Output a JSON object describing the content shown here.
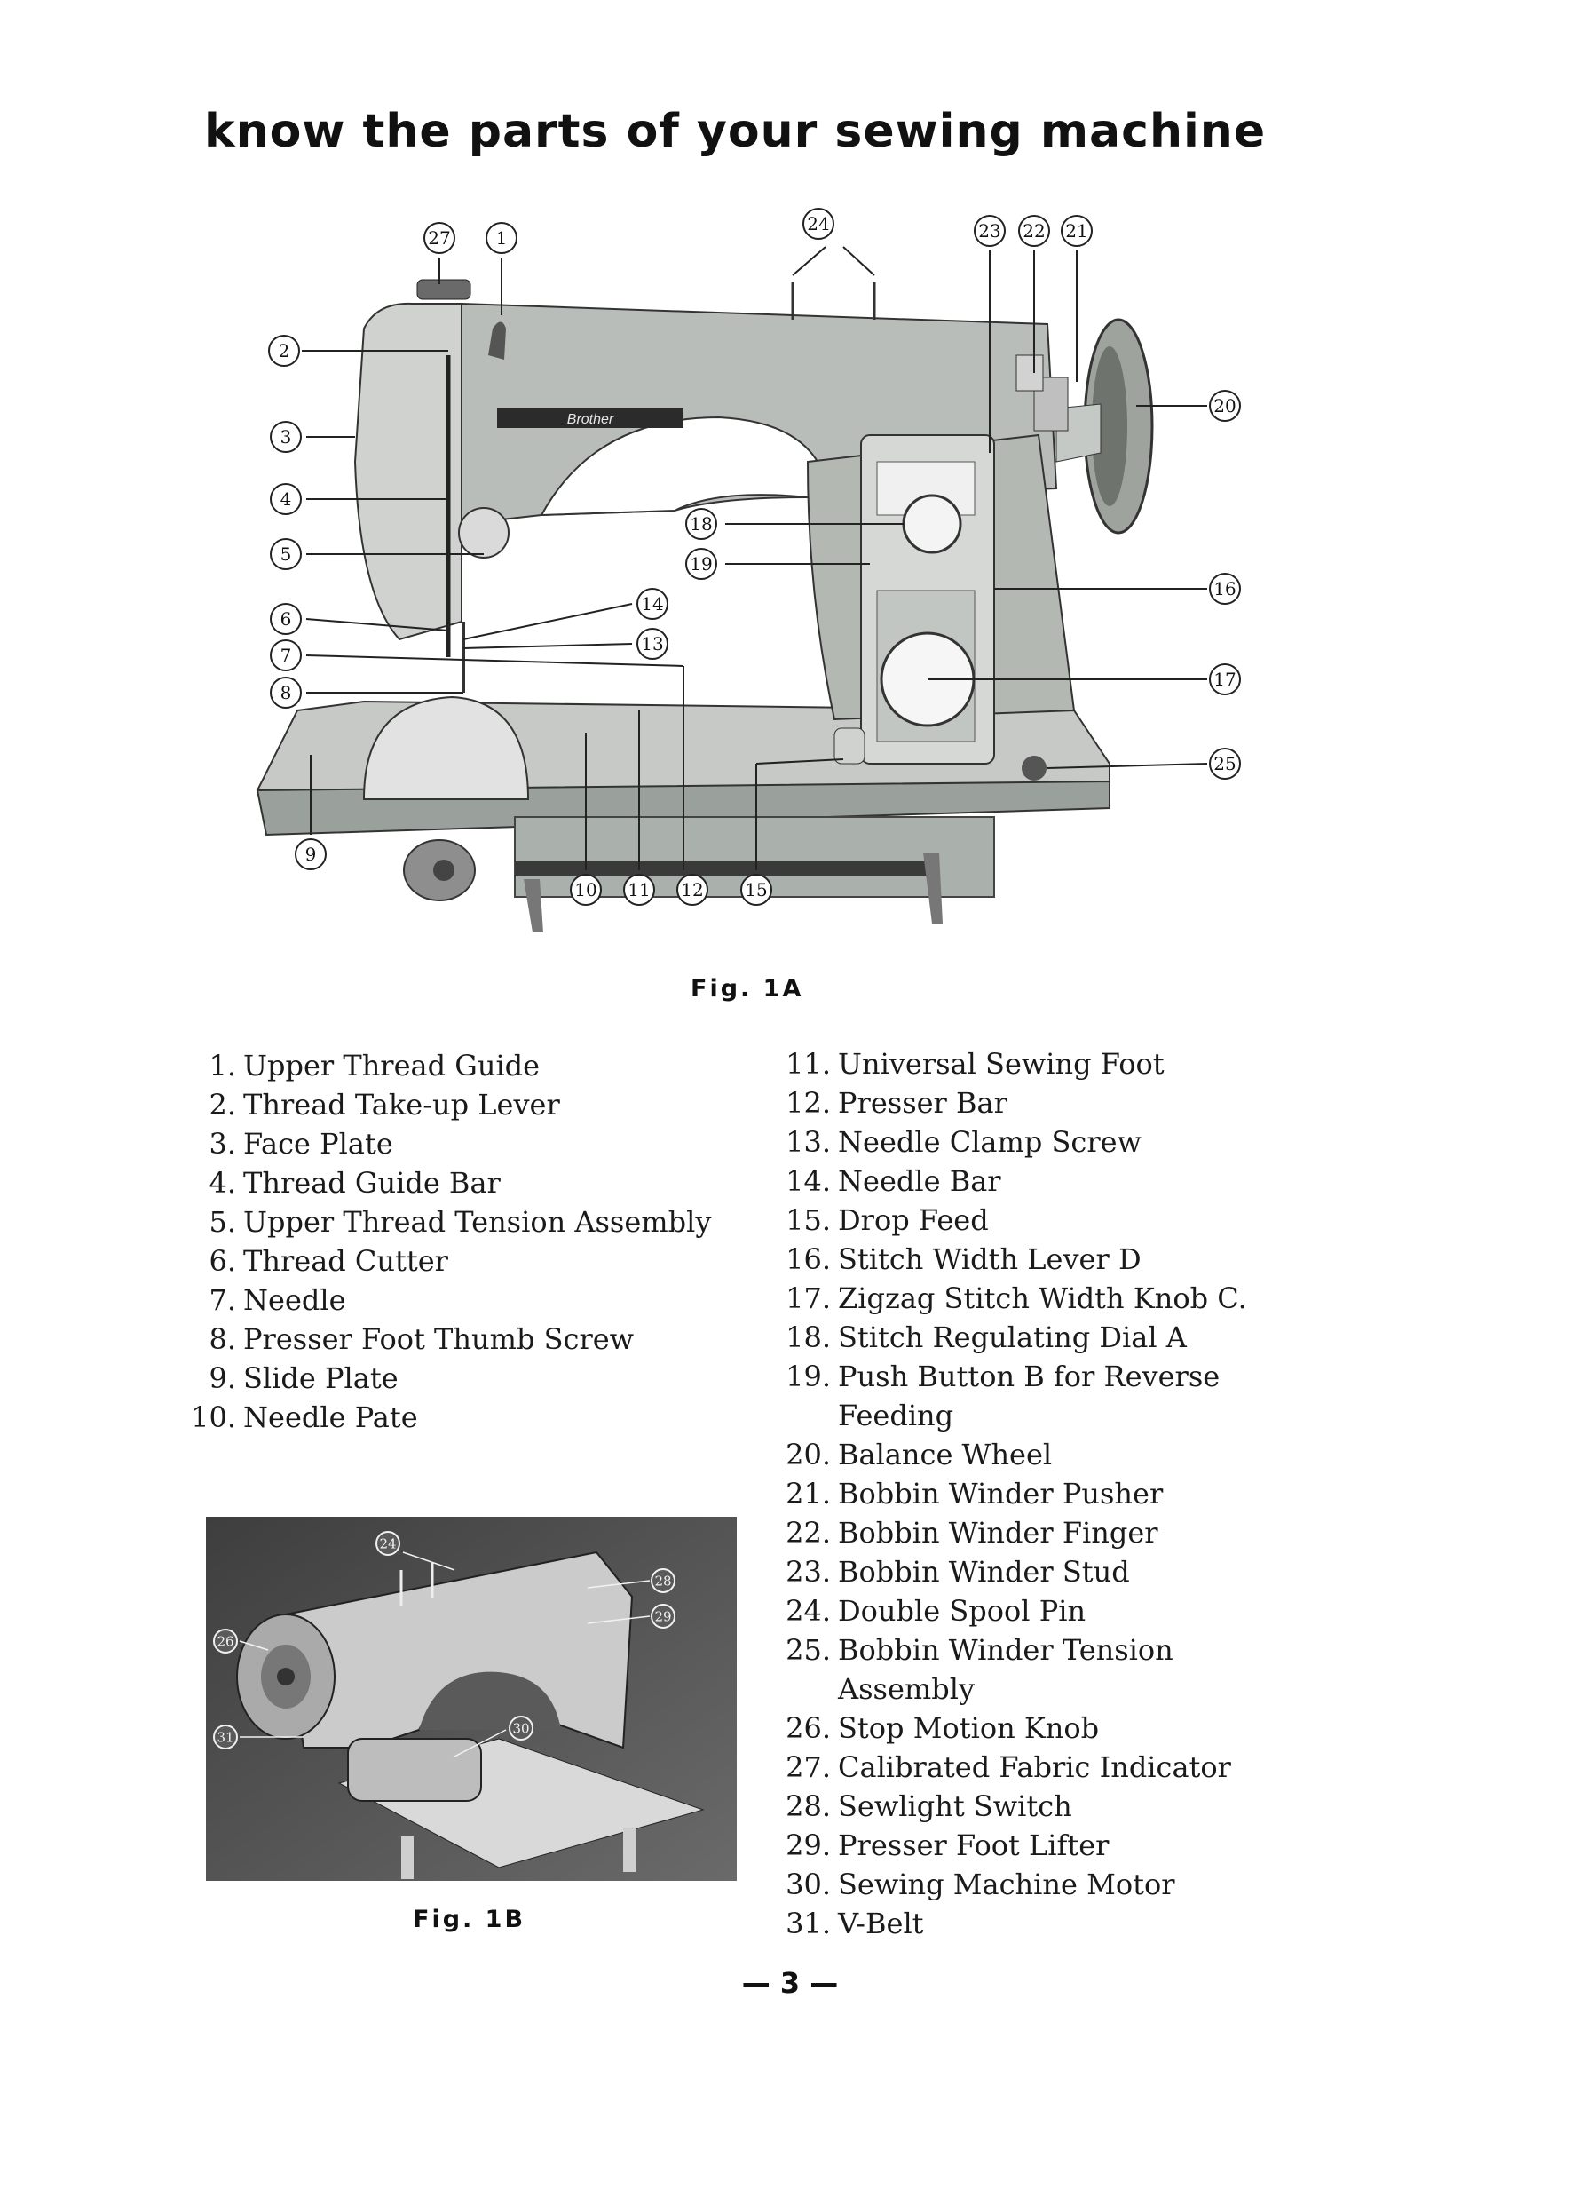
{
  "page": {
    "title": "know the parts of your sewing machine",
    "page_number": "— 3 —"
  },
  "fig1a": {
    "caption": "Fig. 1A",
    "brand_label": "Brother",
    "callouts": [
      "27",
      "1",
      "24",
      "23",
      "22",
      "21",
      "2",
      "3",
      "20",
      "4",
      "18",
      "5",
      "19",
      "16",
      "14",
      "6",
      "13",
      "7",
      "17",
      "8",
      "25",
      "9",
      "10",
      "11",
      "12",
      "15"
    ]
  },
  "fig1b": {
    "caption": "Fig. 1B",
    "callouts": [
      "24",
      "28",
      "29",
      "26",
      "31",
      "30"
    ]
  },
  "parts": {
    "left": [
      {
        "num": "1.",
        "name": "Upper Thread Guide"
      },
      {
        "num": "2.",
        "name": "Thread Take-up Lever"
      },
      {
        "num": "3.",
        "name": "Face Plate"
      },
      {
        "num": "4.",
        "name": "Thread Guide Bar"
      },
      {
        "num": "5.",
        "name": "Upper Thread Tension Assembly"
      },
      {
        "num": "6.",
        "name": "Thread Cutter"
      },
      {
        "num": "7.",
        "name": "Needle"
      },
      {
        "num": "8.",
        "name": "Presser Foot Thumb Screw"
      },
      {
        "num": "9.",
        "name": "Slide Plate"
      },
      {
        "num": "10.",
        "name": "Needle Pate"
      }
    ],
    "right": [
      {
        "num": "11.",
        "name": "Universal Sewing Foot"
      },
      {
        "num": "12.",
        "name": "Presser Bar"
      },
      {
        "num": "13.",
        "name": "Needle Clamp Screw"
      },
      {
        "num": "14.",
        "name": "Needle Bar"
      },
      {
        "num": "15.",
        "name": "Drop Feed"
      },
      {
        "num": "16.",
        "name": "Stitch Width Lever D"
      },
      {
        "num": "17.",
        "name": "Zigzag Stitch Width Knob C."
      },
      {
        "num": "18.",
        "name": "Stitch Regulating Dial A"
      },
      {
        "num": "19.",
        "name": "Push Button B for Reverse Feeding"
      },
      {
        "num": "20.",
        "name": "Balance Wheel"
      },
      {
        "num": "21.",
        "name": "Bobbin Winder Pusher"
      },
      {
        "num": "22.",
        "name": "Bobbin Winder Finger"
      },
      {
        "num": "23.",
        "name": "Bobbin Winder Stud"
      },
      {
        "num": "24.",
        "name": "Double Spool Pin"
      },
      {
        "num": "25.",
        "name": "Bobbin Winder Tension Assembly"
      },
      {
        "num": "26.",
        "name": "Stop Motion Knob"
      },
      {
        "num": "27.",
        "name": "Calibrated Fabric Indicator"
      },
      {
        "num": "28.",
        "name": "Sewlight Switch"
      },
      {
        "num": "29.",
        "name": "Presser Foot Lifter"
      },
      {
        "num": "30.",
        "name": "Sewing Machine Motor"
      },
      {
        "num": "31.",
        "name": "V-Belt"
      }
    ]
  }
}
